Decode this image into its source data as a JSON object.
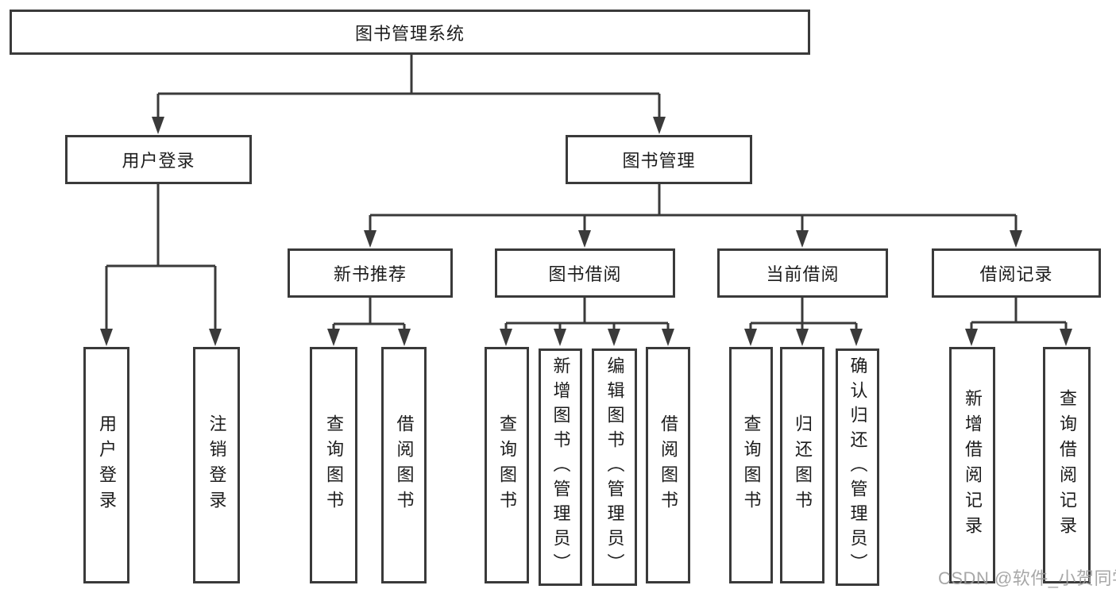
{
  "colors": {
    "line": "#3a3a3a",
    "box_border": "#3a3a3a",
    "text": "#1c1c1c",
    "background": "#ffffff",
    "watermark": "#9b9b9b"
  },
  "diagram": {
    "root": {
      "label": "图书管理系统"
    },
    "level2": [
      {
        "label": "用户登录"
      },
      {
        "label": "图书管理"
      }
    ],
    "level3": [
      {
        "label": "新书推荐"
      },
      {
        "label": "图书借阅"
      },
      {
        "label": "当前借阅"
      },
      {
        "label": "借阅记录"
      }
    ],
    "leaves": {
      "user_login": [
        "用户登录",
        "注销登录"
      ],
      "new_book_recommend": [
        "查询图书",
        "借阅图书"
      ],
      "book_borrowing": [
        "查询图书",
        "新增图书（管理员）",
        "编辑图书（管理员）",
        "借阅图书"
      ],
      "current_borrowing": [
        "查询图书",
        "归还图书",
        "确认归还（管理员）"
      ],
      "borrowing_records": [
        "新增借阅记录",
        "查询借阅记录"
      ]
    }
  },
  "watermark": {
    "text": "CSDN @软件_小贺同学"
  }
}
